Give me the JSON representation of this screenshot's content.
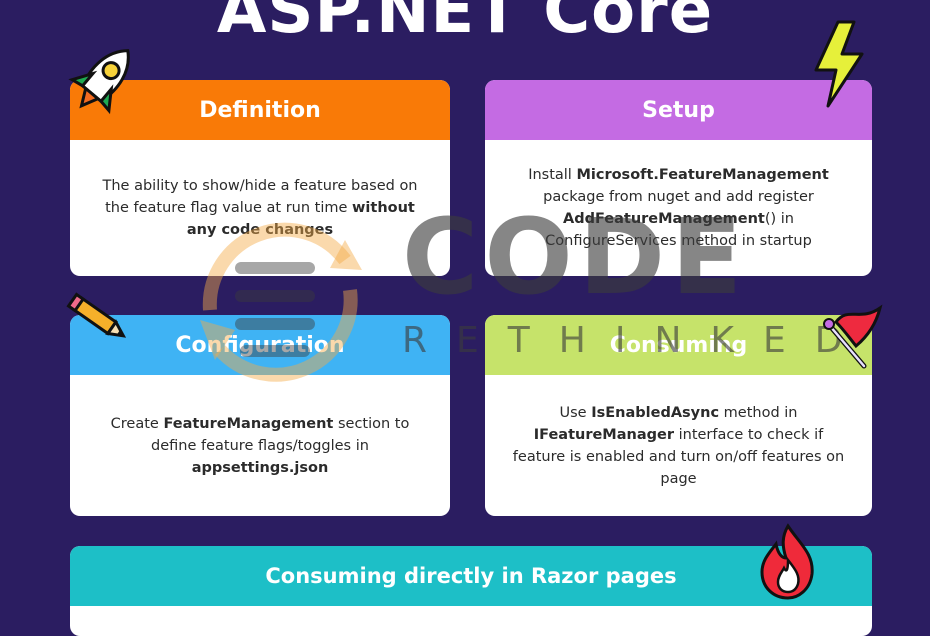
{
  "title": "ASP.NET Core",
  "cards": {
    "definition": {
      "heading": "Definition",
      "text_1": "The ability to show/hide a feature based on the feature flag value at run time ",
      "bold_1": "without any code changes"
    },
    "setup": {
      "heading": "Setup",
      "text_1": "Install ",
      "bold_1": "Microsoft.FeatureManagement",
      "text_2": " package from nuget and add register ",
      "bold_2": "AddFeatureManagement",
      "text_3": "() in ConfigureServices method in startup"
    },
    "configuration": {
      "heading": "Configuration",
      "text_1": "Create ",
      "bold_1": "FeatureManagement",
      "text_2": " section to define feature flags/toggles in ",
      "bold_2": "appsettings.json"
    },
    "consuming": {
      "heading": "Consuming",
      "text_1": "Use ",
      "bold_1": "IsEnabledAsync",
      "text_2": " method in ",
      "bold_2": "IFeatureManager",
      "text_3": " interface to check if feature is enabled and turn on/off features on page"
    },
    "razor": {
      "heading": "Consuming directly in Razor pages"
    }
  },
  "watermark": {
    "main": "CODE",
    "sub": "RETHINKED"
  },
  "icons": [
    "rocket-icon",
    "lightning-icon",
    "pencil-icon",
    "flag-icon",
    "fire-icon"
  ],
  "colors": {
    "background": "#2b1d61",
    "definition": "#f97a07",
    "setup": "#c46be3",
    "configuration": "#3fb3f4",
    "consuming": "#c6e36a",
    "razor": "#1dbfc7"
  }
}
